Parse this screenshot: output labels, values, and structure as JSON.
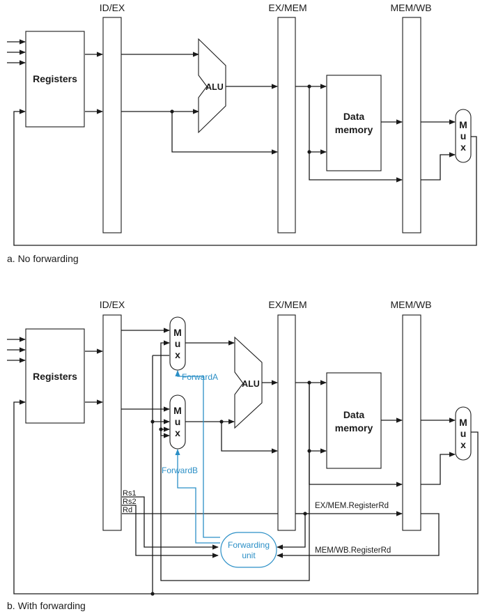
{
  "top": {
    "id_ex": "ID/EX",
    "ex_mem": "EX/MEM",
    "mem_wb": "MEM/WB",
    "registers": "Registers",
    "alu": "ALU",
    "data_memory": [
      "Data",
      "memory"
    ],
    "mux": [
      "M",
      "u",
      "x"
    ],
    "caption": "a. No forwarding"
  },
  "bottom": {
    "id_ex": "ID/EX",
    "ex_mem": "EX/MEM",
    "mem_wb": "MEM/WB",
    "registers": "Registers",
    "alu": "ALU",
    "data_memory": [
      "Data",
      "memory"
    ],
    "mux": [
      "M",
      "u",
      "x"
    ],
    "forward_a": "ForwardA",
    "forward_b": "ForwardB",
    "rs1": "Rs1",
    "rs2": "Rs2",
    "rd": "Rd",
    "ex_mem_register_rd": "EX/MEM.RegisterRd",
    "mem_wb_register_rd": "MEM/WB.RegisterRd",
    "forwarding_unit": [
      "Forwarding",
      "unit"
    ],
    "caption": "b. With forwarding"
  },
  "colors": {
    "wire": "#1a1a1a",
    "forwarding": "#2b8fc6"
  }
}
